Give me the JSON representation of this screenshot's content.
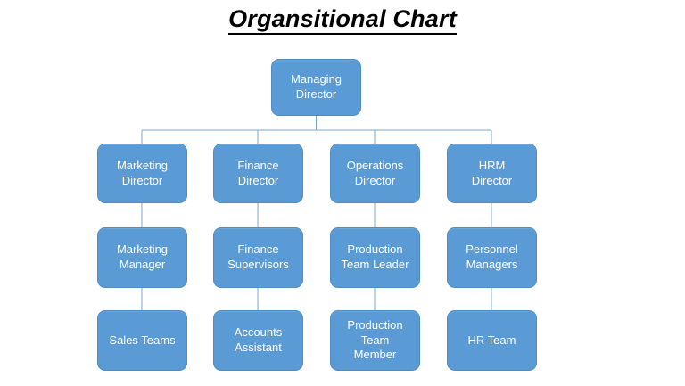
{
  "title": {
    "text": "Organsitional Chart"
  },
  "colors": {
    "node_fill": "#5B9BD5",
    "node_border": "#508CC0",
    "node_text": "#FFFFFF",
    "connector": "#7FA7CC",
    "title_text": "#000000",
    "background": "#FFFFFF"
  },
  "org_chart": {
    "levels": [
      {
        "level": 1,
        "nodes": [
          {
            "id": "managing-director",
            "label": "Managing\nDirector"
          }
        ]
      },
      {
        "level": 2,
        "nodes": [
          {
            "id": "marketing-director",
            "label": "Marketing\nDirector"
          },
          {
            "id": "finance-director",
            "label": "Finance\nDirector"
          },
          {
            "id": "operations-director",
            "label": "Operations\nDirector"
          },
          {
            "id": "hrm-director",
            "label": "HRM\nDirector"
          }
        ]
      },
      {
        "level": 3,
        "nodes": [
          {
            "id": "marketing-manager",
            "label": "Marketing\nManager"
          },
          {
            "id": "finance-supervisors",
            "label": "Finance\nSupervisors"
          },
          {
            "id": "production-team-leader",
            "label": "Production\nTeam Leader"
          },
          {
            "id": "personnel-managers",
            "label": "Personnel\nManagers"
          }
        ]
      },
      {
        "level": 4,
        "nodes": [
          {
            "id": "sales-teams",
            "label": "Sales Teams"
          },
          {
            "id": "accounts-assistant",
            "label": "Accounts\nAssistant"
          },
          {
            "id": "production-team-member",
            "label": "Production\nTeam\nMember"
          },
          {
            "id": "hr-team",
            "label": "HR Team"
          }
        ]
      }
    ]
  }
}
